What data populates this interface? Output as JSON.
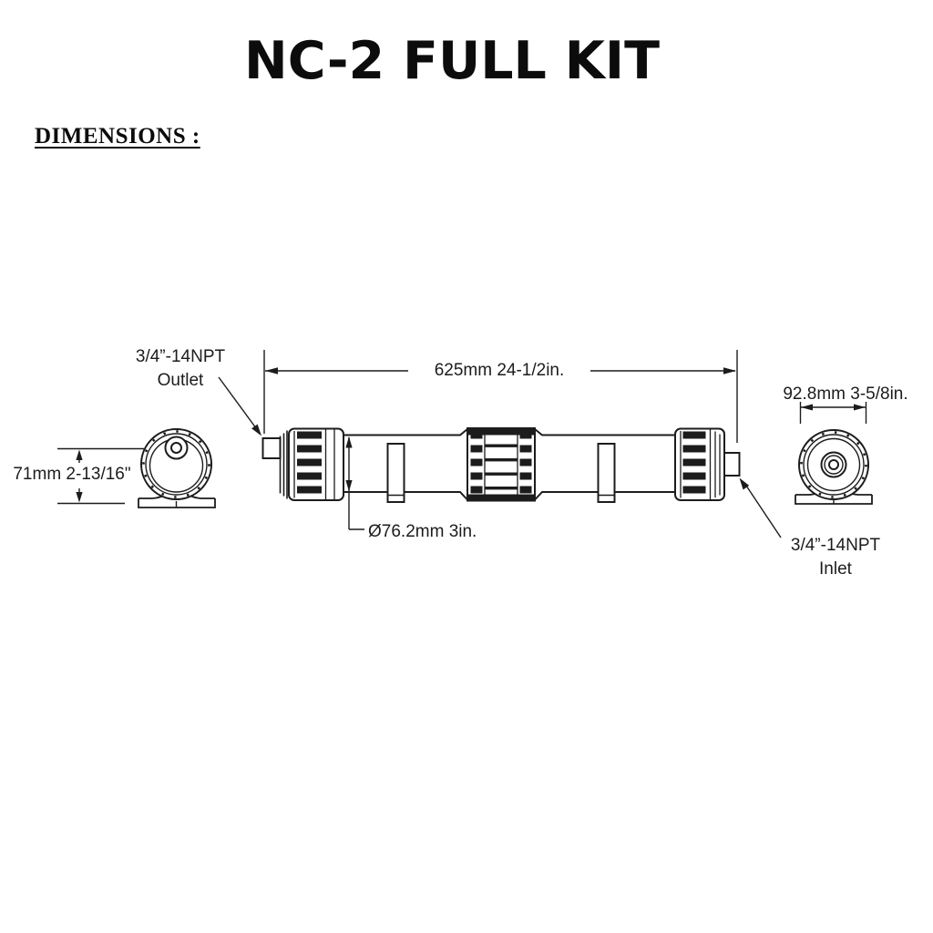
{
  "title": "NC-2 FULL KIT",
  "section_heading": "DIMENSIONS :",
  "dimensions": {
    "overall_length": "625mm 24-1/2in.",
    "height_to_port": "71mm 2-13/16\"",
    "overall_width": "92.8mm 3-5/8in.",
    "body_diameter": "Ø76.2mm 3in."
  },
  "ports": {
    "outlet": {
      "line1": "3/4”-14NPT",
      "line2": "Outlet"
    },
    "inlet": {
      "line1": "3/4”-14NPT",
      "line2": "Inlet"
    }
  },
  "colors": {
    "ink": "#1c1c1c",
    "background": "#ffffff"
  }
}
